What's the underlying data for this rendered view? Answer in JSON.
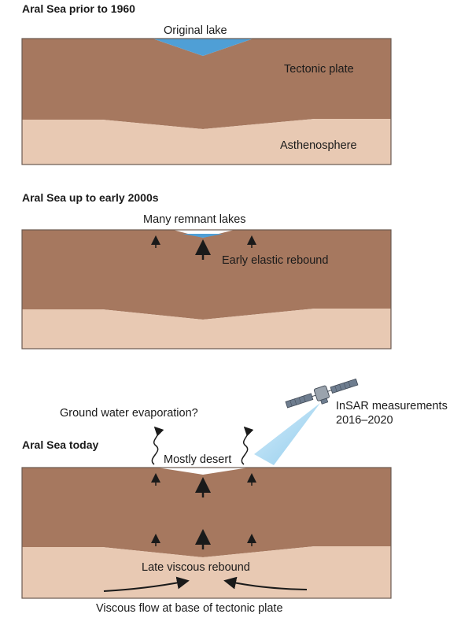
{
  "panels": {
    "p1": {
      "title": "Aral Sea prior to 1960",
      "lake_label": "Original lake",
      "plate_label": "Tectonic plate",
      "astheno_label": "Asthenosphere"
    },
    "p2": {
      "title": "Aral Sea up to early 2000s",
      "lakes_label": "Many remnant lakes",
      "rebound_label": "Early elastic rebound"
    },
    "p3": {
      "title": "Aral Sea today",
      "evaporation_label": "Ground water evaporation?",
      "insar_line1": "InSAR measurements",
      "insar_line2": "2016–2020",
      "desert_label": "Mostly desert",
      "viscous_label": "Late viscous rebound",
      "flow_label": "Viscous flow at base of tectonic plate"
    }
  },
  "colors": {
    "plate": "#a6785f",
    "asthenosphere": "#e8c9b3",
    "lake": "#4f9fd6",
    "outline": "#6b5a50",
    "beam": "#a9d8f2"
  }
}
